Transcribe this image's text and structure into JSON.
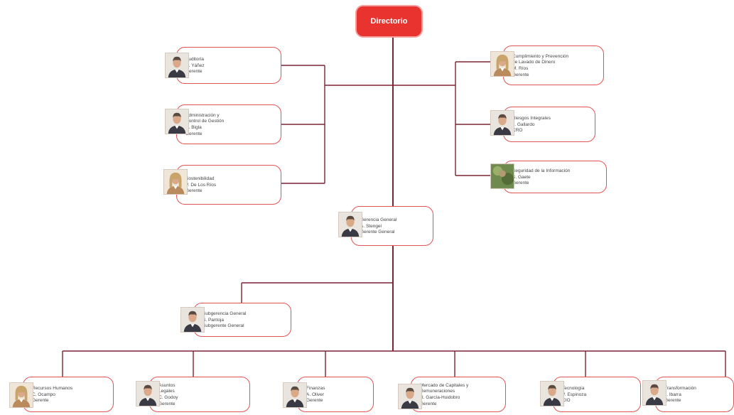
{
  "colors": {
    "accent": "#e8332f",
    "line": "#7a2434",
    "card_border": "#e25252"
  },
  "root": {
    "label": "Directorio"
  },
  "staff_left": [
    {
      "lines": [
        "Auditoría",
        "C. Yáñez",
        "Gerente"
      ],
      "photo": "man-portrait-icon"
    },
    {
      "lines": [
        "Administración y",
        "Control de Gestión",
        "R. Bigla",
        "Gerente"
      ],
      "photo": "man-portrait-icon"
    },
    {
      "lines": [
        "Sostenibilidad",
        "V. De Los Ríos",
        "Gerente"
      ],
      "photo": "woman-portrait-icon"
    }
  ],
  "staff_right": [
    {
      "lines": [
        "Cumplimiento y Prevención",
        "de Lavado de Dinero",
        "M. Ríos",
        "Gerente"
      ],
      "photo": "woman-portrait-icon"
    },
    {
      "lines": [
        "Riesgos Integrales",
        "J. Gallardo",
        "CRO"
      ],
      "photo": "man-portrait-icon"
    },
    {
      "lines": [
        "Seguridad de la Información",
        "S. Gaete",
        "Gerente"
      ],
      "photo": "landscape-portrait-icon"
    }
  ],
  "general_manager": {
    "lines": [
      "Gerencia General",
      "A. Stengel",
      "Gerente General"
    ],
    "photo": "man-portrait-icon"
  },
  "deputy_manager": {
    "lines": [
      "Subgerencia General",
      "S. Pantoja",
      "Subgerente General"
    ],
    "photo": "man-portrait-icon"
  },
  "divisions": [
    {
      "lines": [
        "Recursos Humanos",
        "C. Ocampo",
        "Gerente"
      ],
      "photo": "woman-portrait-icon"
    },
    {
      "lines": [
        "Asuntos",
        "Legales",
        "C. Godoy",
        "Gerente"
      ],
      "photo": "man-portrait-icon"
    },
    {
      "lines": [
        "Finanzas",
        "A. Oliver",
        "Gerente"
      ],
      "photo": "man-portrait-icon"
    },
    {
      "lines": [
        "Mercado de Capitales y",
        "Remuneraciones",
        "R. García-Huidobro",
        "Gerente"
      ],
      "photo": "man-portrait-icon"
    },
    {
      "lines": [
        "Tecnología",
        "V. Espinoza",
        "CIO"
      ],
      "photo": "man-portrait-icon"
    },
    {
      "lines": [
        "Transformación",
        "J. Ibarra",
        "Gerente"
      ],
      "photo": "man-portrait-icon"
    }
  ]
}
